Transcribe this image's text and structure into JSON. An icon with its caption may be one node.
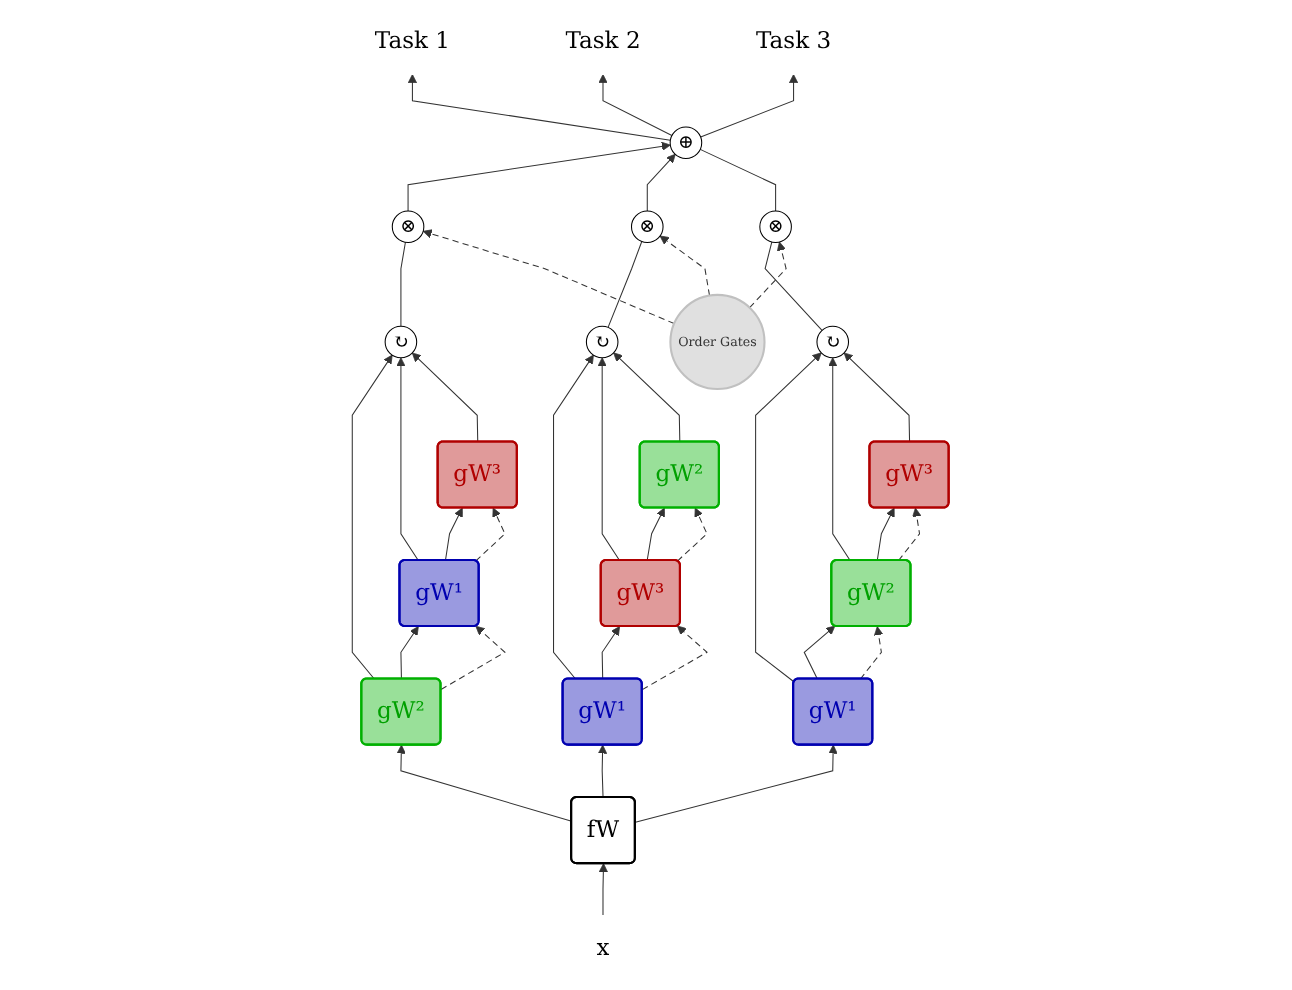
{
  "diagram": {
    "nodes": [
      {
        "text": [
          "Task 1"
        ]
      },
      {
        "text": [
          "Task 2"
        ]
      },
      {
        "text": [
          "Task 3"
        ]
      },
      {
        "text": [
          "gW³"
        ]
      },
      {
        "text": [
          "gW²"
        ]
      },
      {
        "text": [
          "Order Gates"
        ]
      },
      {
        "text": [
          "gW¹"
        ]
      },
      {
        "text": [
          "↻"
        ]
      },
      {
        "text": [
          "⊗"
        ]
      },
      {
        "text": [
          "⊕"
        ]
      },
      {
        "text": [
          "⊗"
        ]
      },
      {
        "text": [
          "↻"
        ]
      },
      {
        "text": [
          "gW³"
        ]
      },
      {
        "text": [
          "⊗"
        ]
      },
      {
        "text": [
          "↻"
        ]
      },
      {
        "text": [
          "gW²"
        ]
      },
      {
        "text": [
          "gW¹"
        ]
      },
      {
        "text": [
          "gW¹"
        ]
      },
      {
        "text": [
          "gW²"
        ]
      },
      {
        "text": [
          "gW³"
        ]
      },
      {
        "text": [
          "fW"
        ]
      },
      {
        "text": [
          "x"
        ]
      }
    ],
    "edges": [
      {
        "from": 21,
        "to": 20,
        "arrow": "to"
      },
      {
        "from": 20,
        "to": 15,
        "arrow": "to"
      },
      {
        "from": 20,
        "to": 17,
        "arrow": "to"
      },
      {
        "from": 20,
        "to": 16,
        "arrow": "to"
      },
      {
        "from": 15,
        "to": 6,
        "arrow": "to"
      },
      {
        "from": 6,
        "to": 3,
        "arrow": "to"
      },
      {
        "from": 15,
        "to": 7,
        "arrow": "to"
      },
      {
        "from": 6,
        "to": 7,
        "arrow": "to"
      },
      {
        "from": 3,
        "to": 7,
        "arrow": "to"
      },
      {
        "from": 15,
        "to": 6,
        "arrow": "to",
        "style": "dashed"
      },
      {
        "from": 6,
        "to": 3,
        "arrow": "to",
        "style": "dashed"
      },
      {
        "from": 7,
        "to": 8,
        "arrow": "none"
      },
      {
        "from": 8,
        "to": 9,
        "arrow": "to"
      },
      {
        "from": 16,
        "to": 12,
        "arrow": "to"
      },
      {
        "from": 12,
        "to": 4,
        "arrow": "to"
      },
      {
        "from": 16,
        "to": 11,
        "arrow": "to"
      },
      {
        "from": 12,
        "to": 11,
        "arrow": "to"
      },
      {
        "from": 4,
        "to": 11,
        "arrow": "to"
      },
      {
        "from": 16,
        "to": 12,
        "arrow": "to",
        "style": "dashed"
      },
      {
        "from": 12,
        "to": 4,
        "arrow": "to",
        "style": "dashed"
      },
      {
        "from": 11,
        "to": 10,
        "arrow": "none"
      },
      {
        "from": 10,
        "to": 9,
        "arrow": "to"
      },
      {
        "from": 17,
        "to": 18,
        "arrow": "to"
      },
      {
        "from": 18,
        "to": 19,
        "arrow": "to"
      },
      {
        "from": 17,
        "to": 14,
        "arrow": "to"
      },
      {
        "from": 18,
        "to": 14,
        "arrow": "to"
      },
      {
        "from": 19,
        "to": 14,
        "arrow": "to"
      },
      {
        "from": 17,
        "to": 18,
        "arrow": "to",
        "style": "dashed"
      },
      {
        "from": 18,
        "to": 19,
        "arrow": "to",
        "style": "dashed"
      },
      {
        "from": 14,
        "to": 13,
        "arrow": "none"
      },
      {
        "from": 13,
        "to": 9,
        "arrow": "none"
      },
      {
        "from": 5,
        "to": 8,
        "arrow": "to",
        "style": "dashed"
      },
      {
        "from": 5,
        "to": 10,
        "arrow": "to",
        "style": "dashed"
      },
      {
        "from": 5,
        "to": 13,
        "arrow": "to",
        "style": "dashed"
      },
      {
        "from": 9,
        "to": 0,
        "arrow": "to"
      },
      {
        "from": 9,
        "to": 1,
        "arrow": "to"
      },
      {
        "from": 9,
        "to": 2,
        "arrow": "to"
      }
    ]
  }
}
